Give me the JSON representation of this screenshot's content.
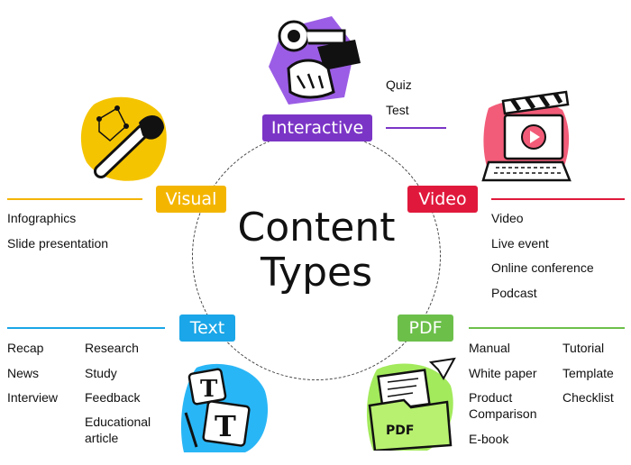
{
  "title": {
    "line1": "Content",
    "line2": "Types"
  },
  "colors": {
    "interactive": "#7b35c6",
    "visual": "#f4b500",
    "video": "#e0193c",
    "text": "#1aa6e8",
    "pdf": "#6cc04a",
    "ink": "#111111"
  },
  "categories": {
    "interactive": {
      "label": "Interactive",
      "items": [
        "Quiz",
        "Test"
      ]
    },
    "visual": {
      "label": "Visual",
      "items": [
        "Infographics",
        "Slide presentation"
      ]
    },
    "video": {
      "label": "Video",
      "items": [
        "Video",
        "Live event",
        "Online conference",
        "Podcast"
      ]
    },
    "text": {
      "label": "Text",
      "col1": [
        "Recap",
        "News",
        "Interview"
      ],
      "col2": [
        "Research",
        "Study",
        "Feedback",
        "Educational article"
      ]
    },
    "pdf": {
      "label": "PDF",
      "col1": [
        "Manual",
        "White paper",
        "Product Comparison",
        "E-book"
      ],
      "col2": [
        "Tutorial",
        "Template",
        "Checklist"
      ]
    }
  },
  "illustrations": {
    "interactive": "hand-touch-icon",
    "visual": "paintbrush-icon",
    "video": "clapperboard-laptop-icon",
    "text": "text-blocks-icon",
    "pdf": "pdf-folder-icon",
    "pdf_badge": "PDF"
  }
}
